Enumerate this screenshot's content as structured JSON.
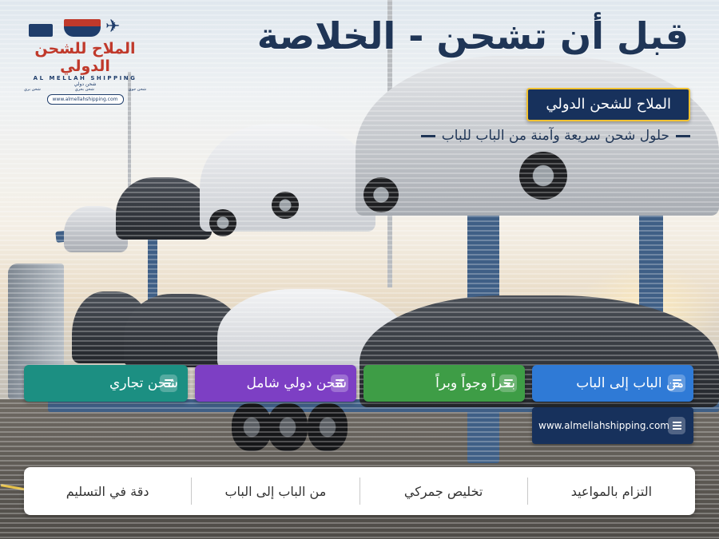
{
  "logo": {
    "name_ar": "الملاح للشحن الدولي",
    "name_en": "AL MELLAH SHIPPING",
    "sub_ar": "شحن دولي",
    "tags": [
      "شحن جوي",
      "شحن بحري",
      "شحن بري"
    ],
    "website": "www.almellahshipping.com",
    "icons": [
      "truck-icon",
      "ship-icon",
      "plane-icon"
    ]
  },
  "title": "قبل أن تشحن - الخلاصة",
  "brand_box": "الملاح للشحن الدولي",
  "tagline": "حلول شحن سريعة وآمنة من الباب للباب",
  "pills": [
    {
      "label": "شحن تجاري",
      "color": "#1c8f82",
      "icon": "menu-icon"
    },
    {
      "label": "شحن دولي شامل",
      "color": "#7d3fc4",
      "icon": "menu-icon"
    },
    {
      "label": "بحراً وجواً وبراً",
      "color": "#3e9d46",
      "icon": "menu-icon"
    },
    {
      "label": "من الباب إلى الباب",
      "color": "#2f7ad6",
      "icon": "menu-icon"
    }
  ],
  "website_box": "www.almellahshipping.com",
  "features": [
    "التزام بالمواعيد",
    "تخليص جمركي",
    "من الباب إلى الباب",
    "دقة في التسليم"
  ],
  "colors": {
    "navy": "#17315c",
    "gold": "#f2c230",
    "title": "#1f3556"
  }
}
